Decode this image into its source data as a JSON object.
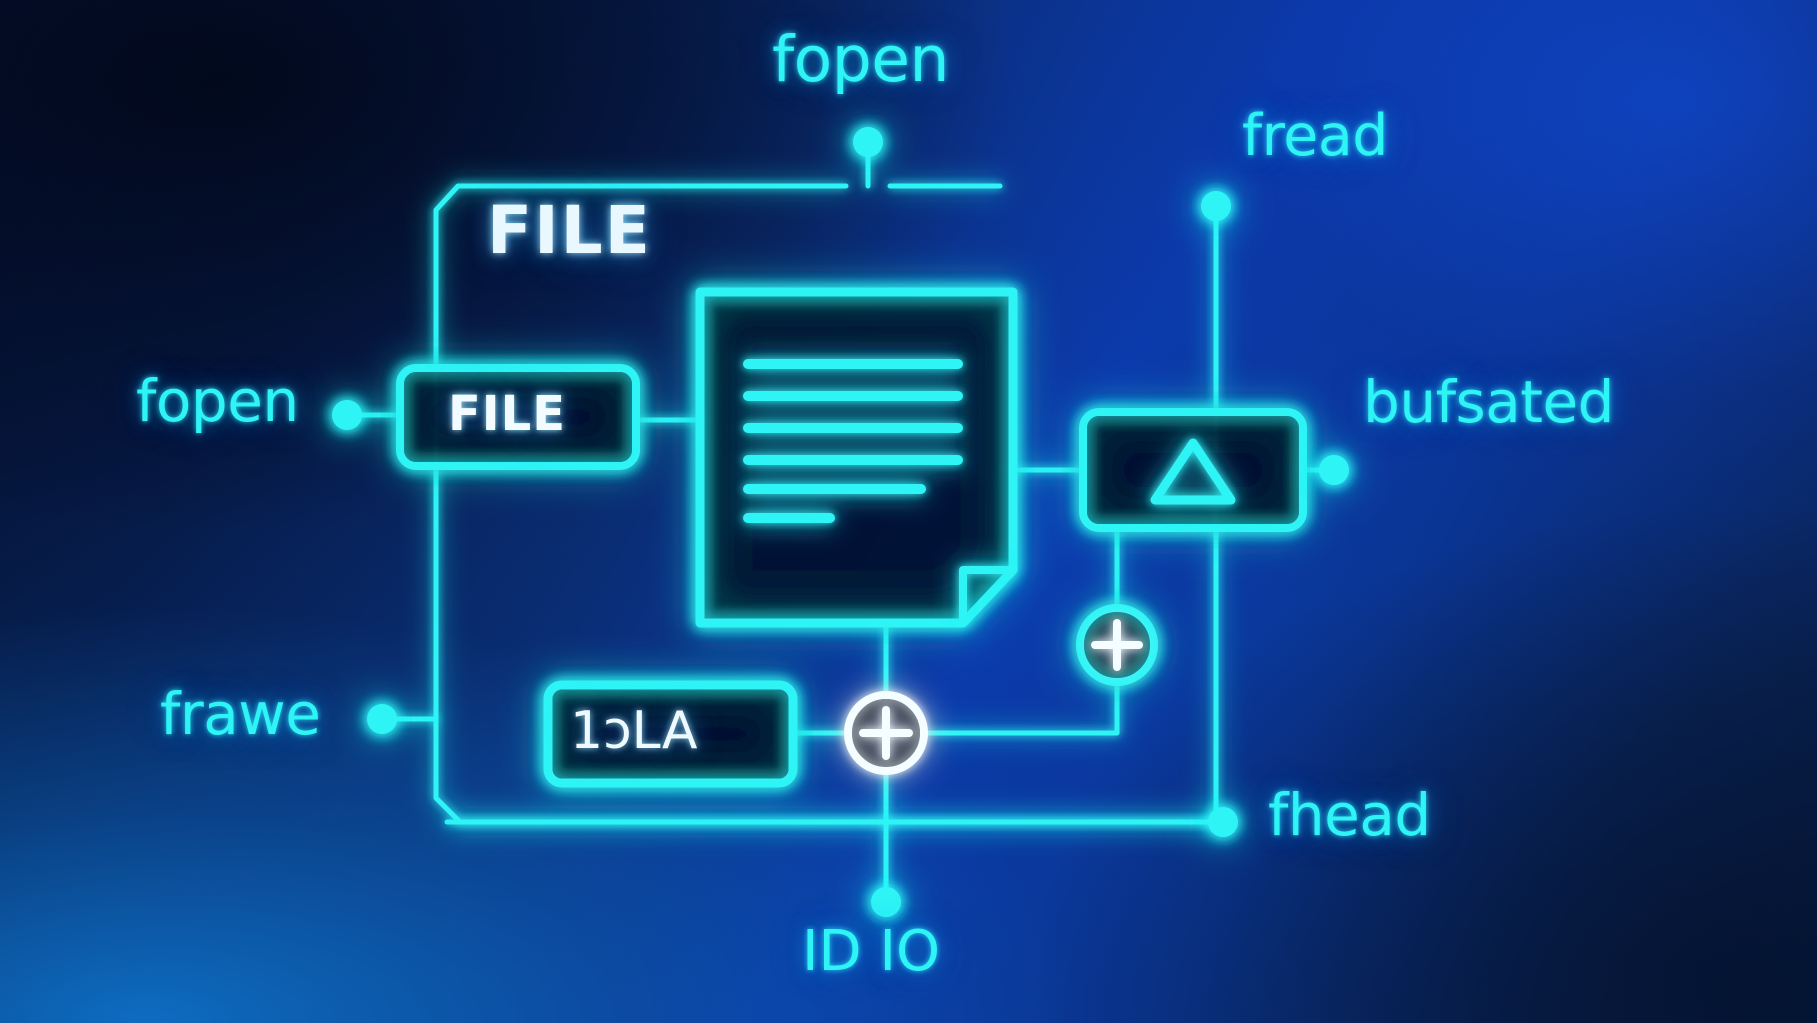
{
  "diagram": {
    "title_label": "FILE",
    "accent_color": "#2ff4f6",
    "node_text_color": "#eefaff",
    "background_colors": {
      "top_left": "#06153b",
      "top_right": "#0b3caf",
      "bottom_left": "#0b64b8",
      "bottom_right": "#0a1b3c"
    },
    "ports": [
      {
        "id": "fopen-top",
        "label": "fopen",
        "side": "top",
        "connector": "dot"
      },
      {
        "id": "fread",
        "label": "fread",
        "side": "top",
        "connector": "dot"
      },
      {
        "id": "fopen-left",
        "label": "fopen",
        "side": "left",
        "connector": "dot"
      },
      {
        "id": "frawe",
        "label": "frawe",
        "side": "left",
        "connector": "dot"
      },
      {
        "id": "bufsated",
        "label": "bufsated",
        "side": "right",
        "connector": "dot"
      },
      {
        "id": "fhead",
        "label": "fhead",
        "side": "right",
        "connector": "dot"
      },
      {
        "id": "idio",
        "label": "ID IO",
        "side": "bottom",
        "connector": "dot"
      }
    ],
    "nodes": [
      {
        "id": "file-container",
        "label": "FILE",
        "shape": "chamfered-rect",
        "kind": "group"
      },
      {
        "id": "file-box",
        "label": "FILE",
        "shape": "rounded-rect",
        "kind": "block"
      },
      {
        "id": "document",
        "label": "",
        "shape": "document-icon",
        "kind": "icon",
        "line_count": 6,
        "folded_corner": true
      },
      {
        "id": "delta-box",
        "label": "Δ",
        "shape": "rounded-rect",
        "kind": "block",
        "icon": "triangle-icon"
      },
      {
        "id": "iola-box",
        "label": "1ɔLA",
        "shape": "rounded-rect",
        "kind": "block"
      }
    ],
    "junctions": [
      {
        "id": "plus-upper",
        "symbol": "+",
        "style": "cyan-ring-white-plus"
      },
      {
        "id": "plus-lower",
        "symbol": "+",
        "style": "white-ring-white-plus"
      }
    ]
  }
}
